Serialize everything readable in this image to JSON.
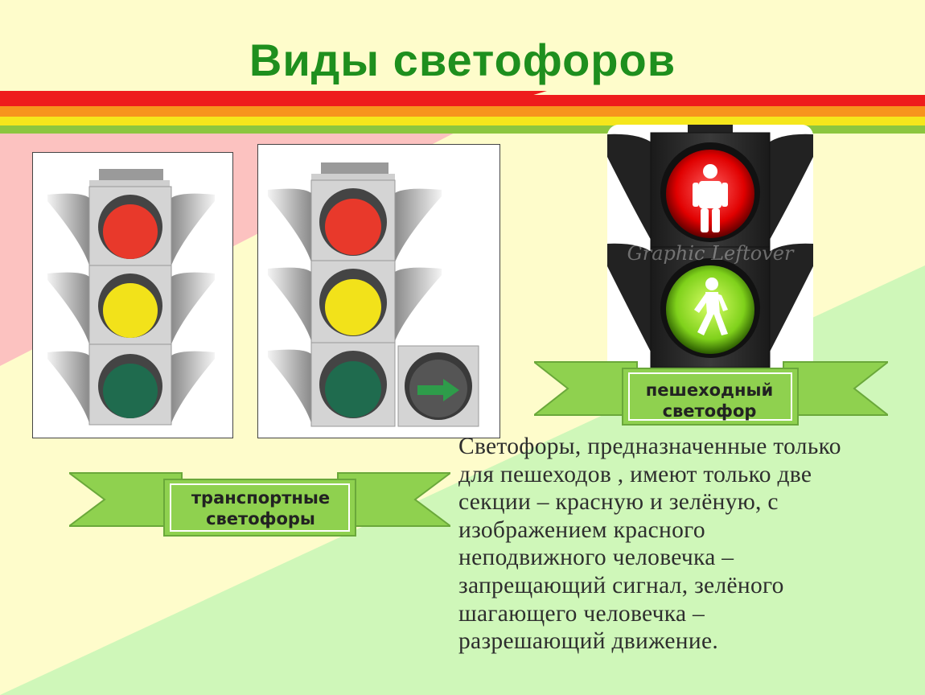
{
  "slide": {
    "title": "Виды светофоров",
    "transport_label": [
      "транспортные",
      "светофоры"
    ],
    "pedestrian_label": [
      "пешеходный",
      "светофор"
    ],
    "description_lines": [
      "Светофоры, предназначенные только",
      "для пешеходов , имеют только две",
      "секции – красную и зелёную, с",
      "изображением красного",
      "неподвижного человечка –",
      "запрещающий сигнал, зелёного",
      "шагающего человечка –",
      "разрешающий движение."
    ],
    "watermark": "Graphic Leftover"
  },
  "icons": {
    "traffic_light_1": "traffic-light-three-section-icon",
    "traffic_light_2": "traffic-light-with-arrow-section-icon",
    "pedestrian_light": "pedestrian-traffic-light-icon",
    "arrow": "green-right-arrow-icon"
  },
  "colors": {
    "title": "#1e8f1e",
    "red_signal": "#e8392b",
    "yellow_signal": "#f2e21a",
    "green_signal": "#1f6b4e",
    "ribbon": "#8fd14f",
    "stripe_red": "#ee1c1c",
    "stripe_orange": "#f7941d",
    "stripe_yellow": "#f5e61c",
    "stripe_green": "#8cc63f"
  }
}
